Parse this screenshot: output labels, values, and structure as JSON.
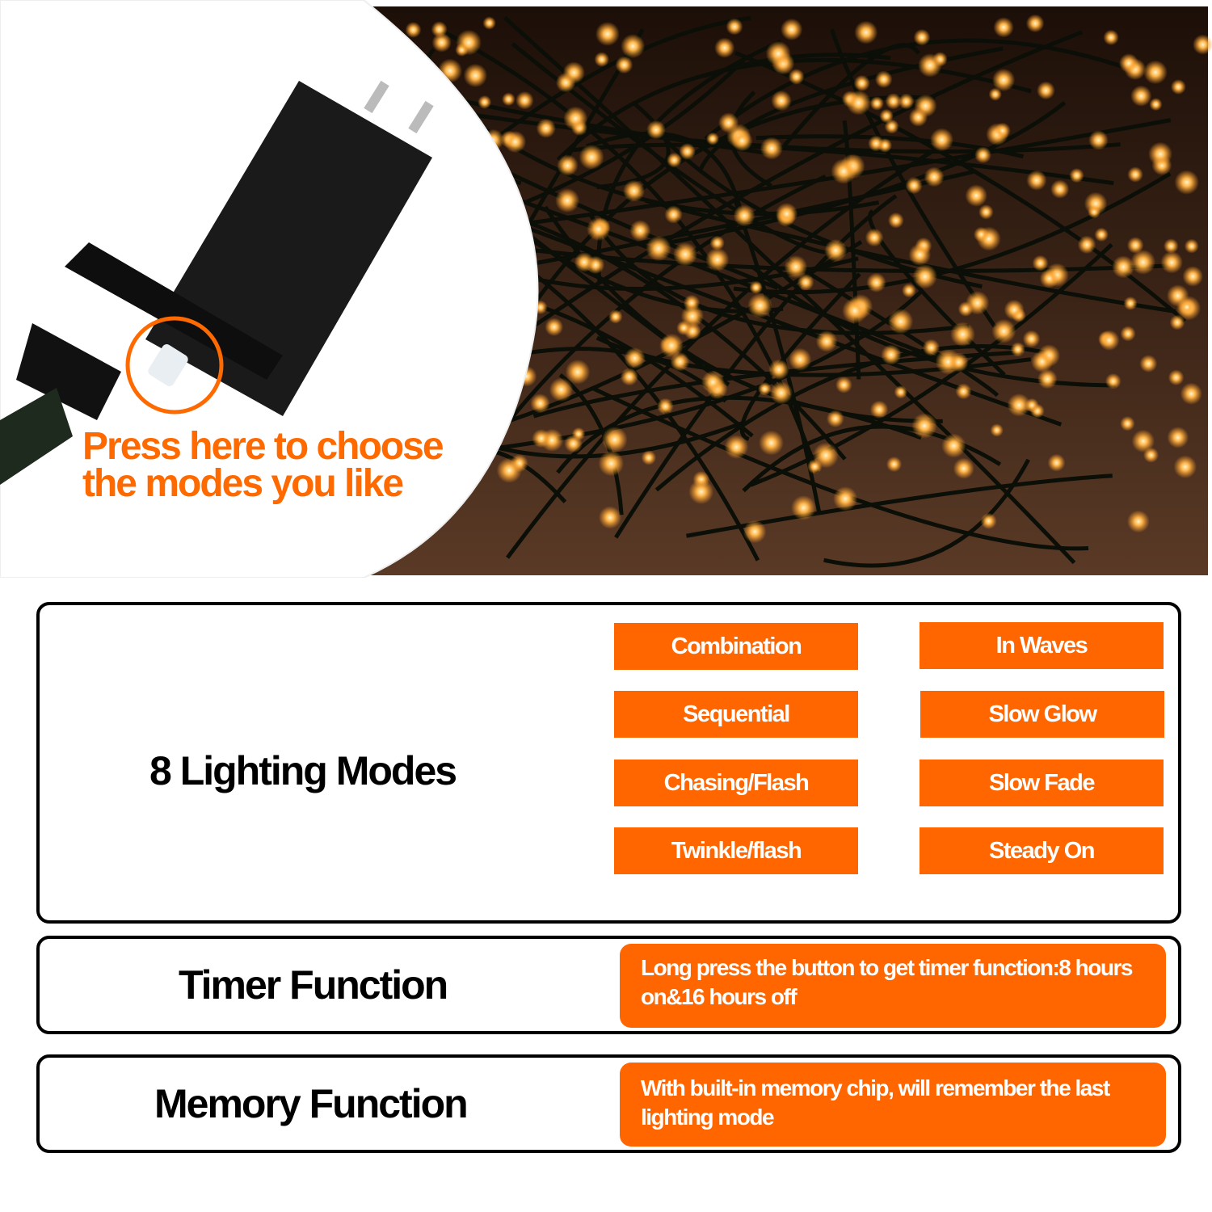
{
  "hero": {
    "callout": [
      "Press here to choose",
      "the modes you like"
    ],
    "accent_color": "#ff6600"
  },
  "modes_section": {
    "title": "8 Lighting Modes",
    "modes": [
      "Combination",
      "In Waves",
      "Sequential",
      "Slow Glow",
      "Chasing/Flash",
      "Slow Fade",
      "Twinkle/flash",
      "Steady On"
    ]
  },
  "timer_section": {
    "title": "Timer  Function",
    "description": "Long press the button to get timer function:8 hours on&16 hours off"
  },
  "memory_section": {
    "title": "Memory  Function",
    "description": "With built-in memory chip, will remember the last lighting mode"
  }
}
